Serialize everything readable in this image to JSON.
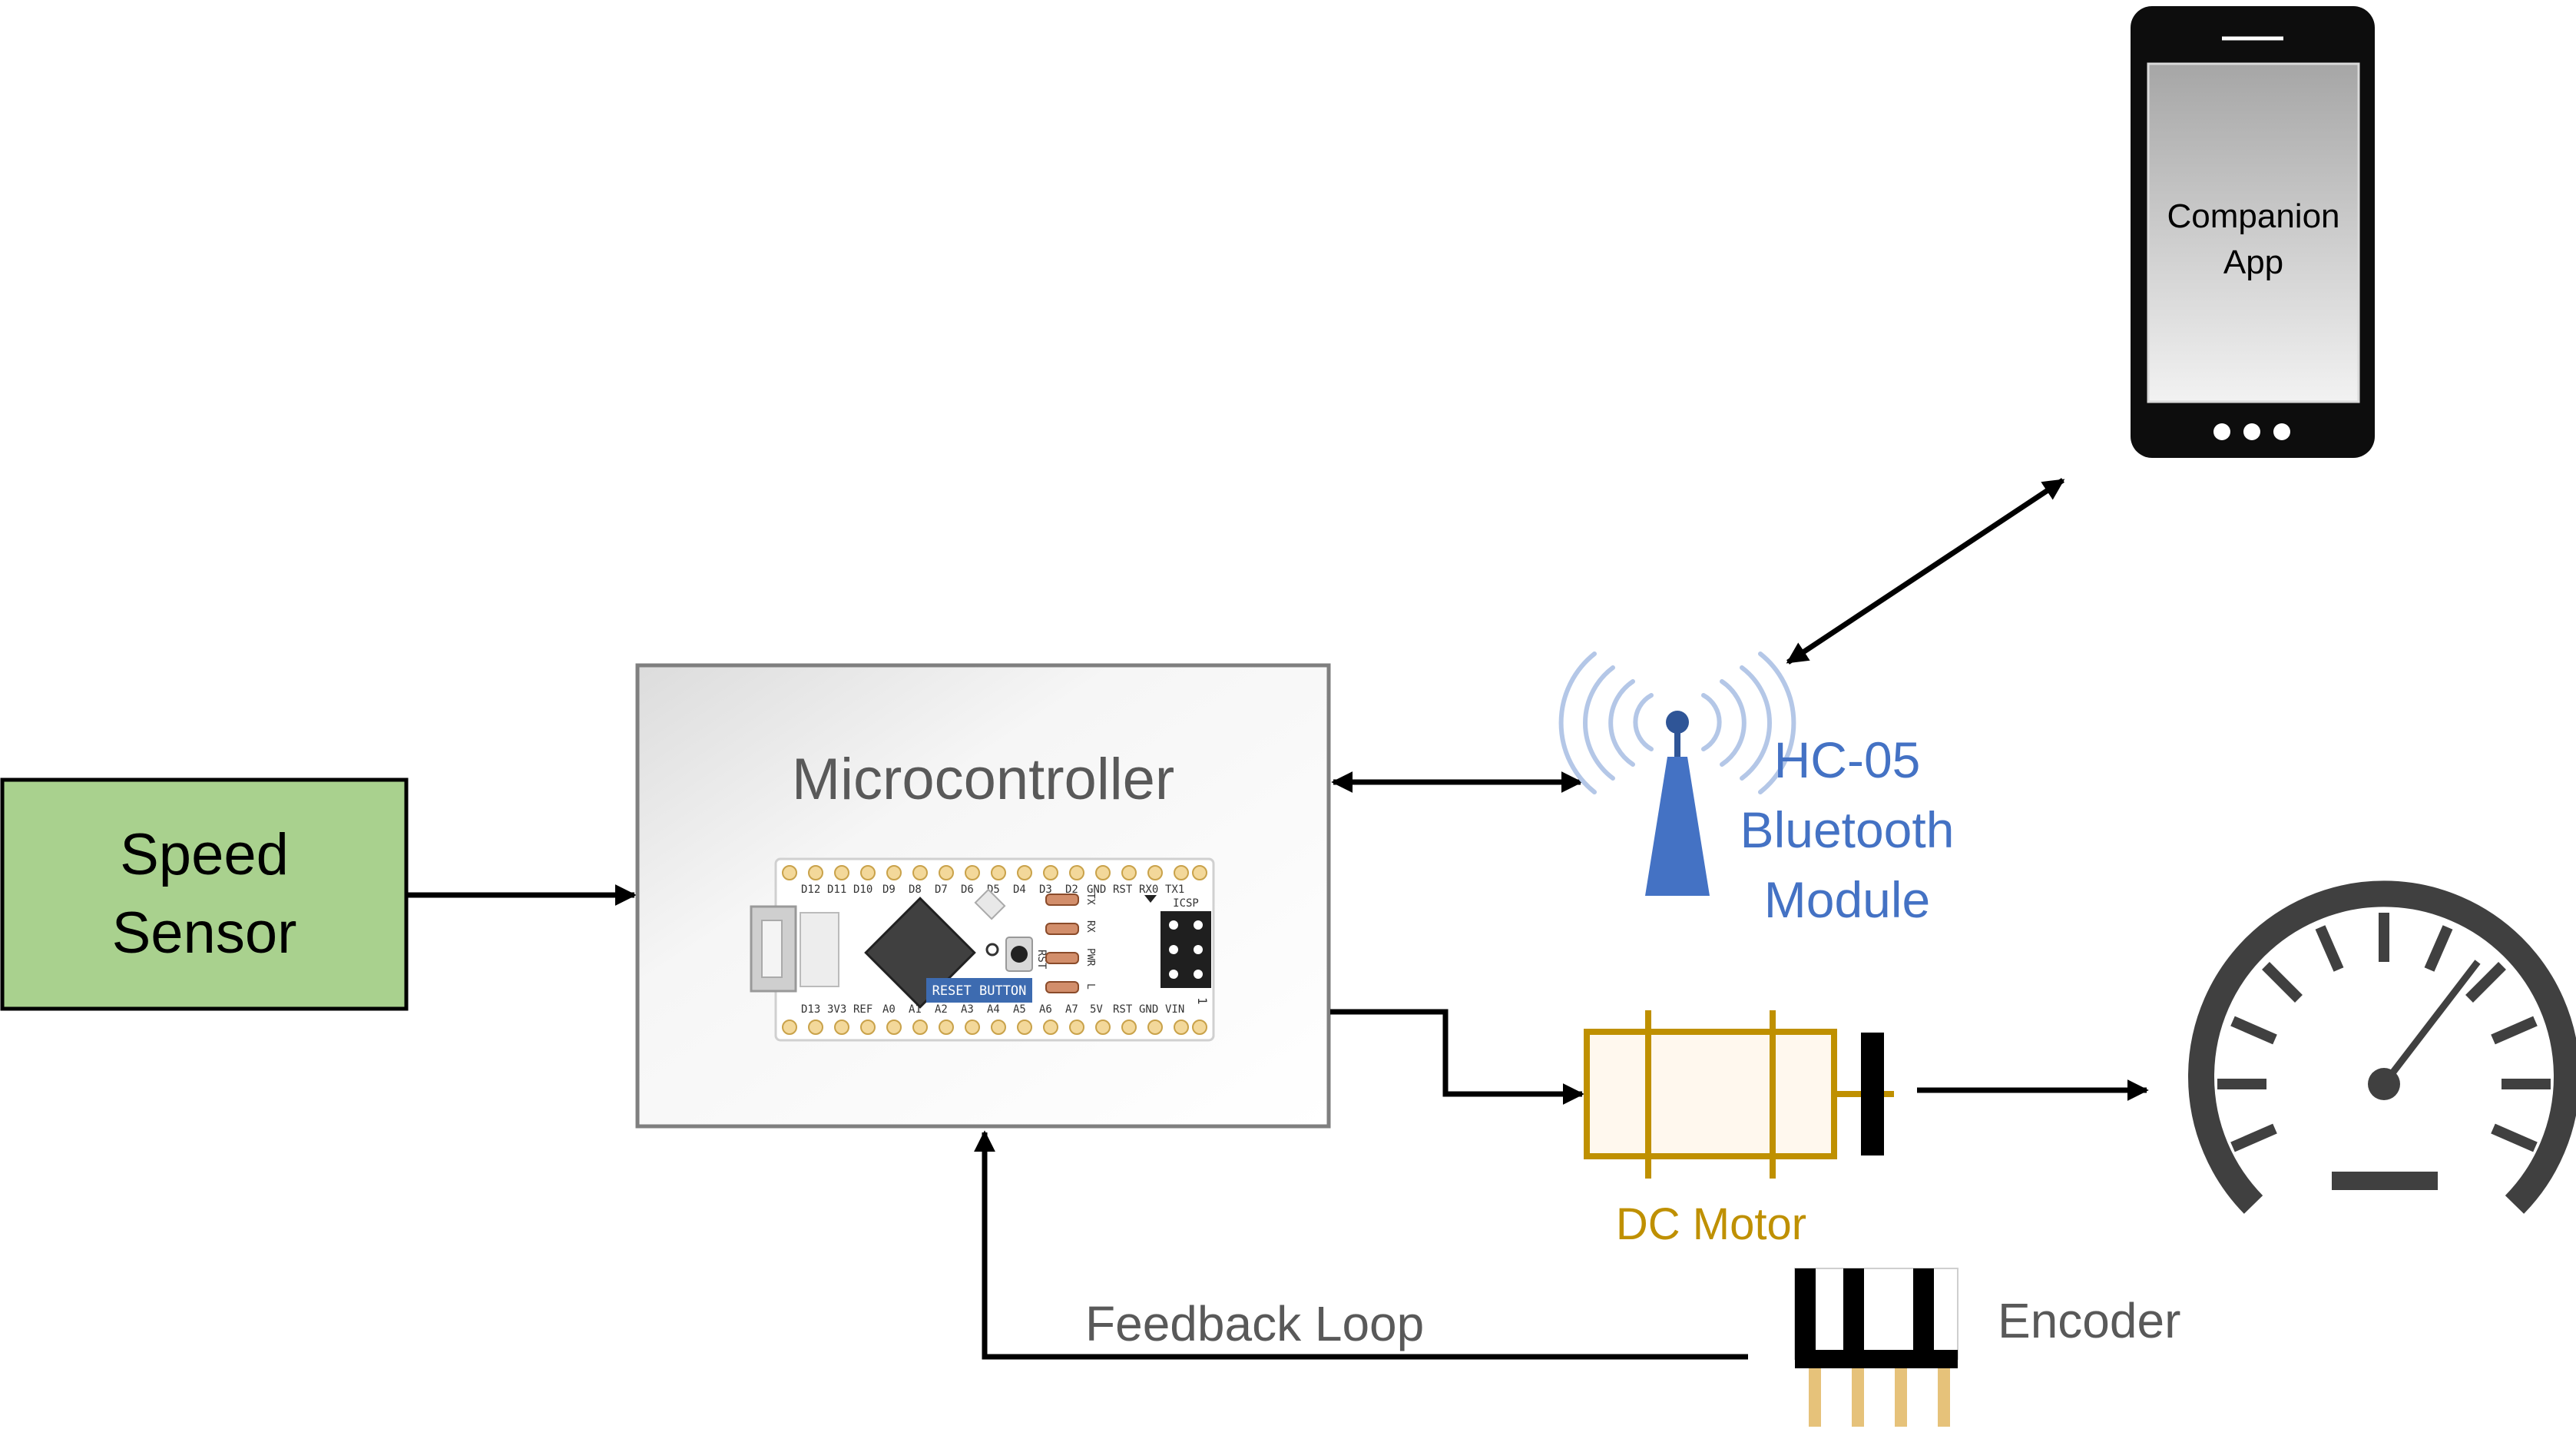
{
  "speed_sensor": {
    "line1": "Speed",
    "line2": "Sensor"
  },
  "microcontroller": {
    "title": "Microcontroller",
    "reset_label": "RESET BUTTON",
    "icsp_label": "ICSP",
    "rst_label": "RST",
    "led_labels": [
      "TX",
      "RX",
      "PWR",
      "L"
    ],
    "top_pins": [
      "D12",
      "D11",
      "D10",
      "D9",
      "D8",
      "D7",
      "D6",
      "D5",
      "D4",
      "D3",
      "D2",
      "GND",
      "RST",
      "RX0",
      "TX1"
    ],
    "bottom_pins": [
      "D13",
      "3V3",
      "REF",
      "A0",
      "A1",
      "A2",
      "A3",
      "A4",
      "A5",
      "A6",
      "A7",
      "5V",
      "RST",
      "GND",
      "VIN"
    ],
    "icsp_pin1": "1"
  },
  "bluetooth": {
    "line1": "HC-05",
    "line2": "Bluetooth",
    "line3": "Module"
  },
  "phone": {
    "line1": "Companion",
    "line2": "App"
  },
  "motor": {
    "label": "DC Motor"
  },
  "encoder": {
    "label": "Encoder"
  },
  "feedback": {
    "label": "Feedback Loop"
  },
  "colors": {
    "sensor_fill": "#a9d18e",
    "bluetooth_blue": "#4472c4",
    "motor_gold": "#bf9000",
    "arrow": "#000000",
    "text_gray": "#595959",
    "gauge": "#404040"
  },
  "icons": [
    "antenna-icon",
    "smartphone-icon",
    "speedometer-icon",
    "arduino-nano-icon",
    "dc-motor-icon",
    "encoder-icon"
  ]
}
